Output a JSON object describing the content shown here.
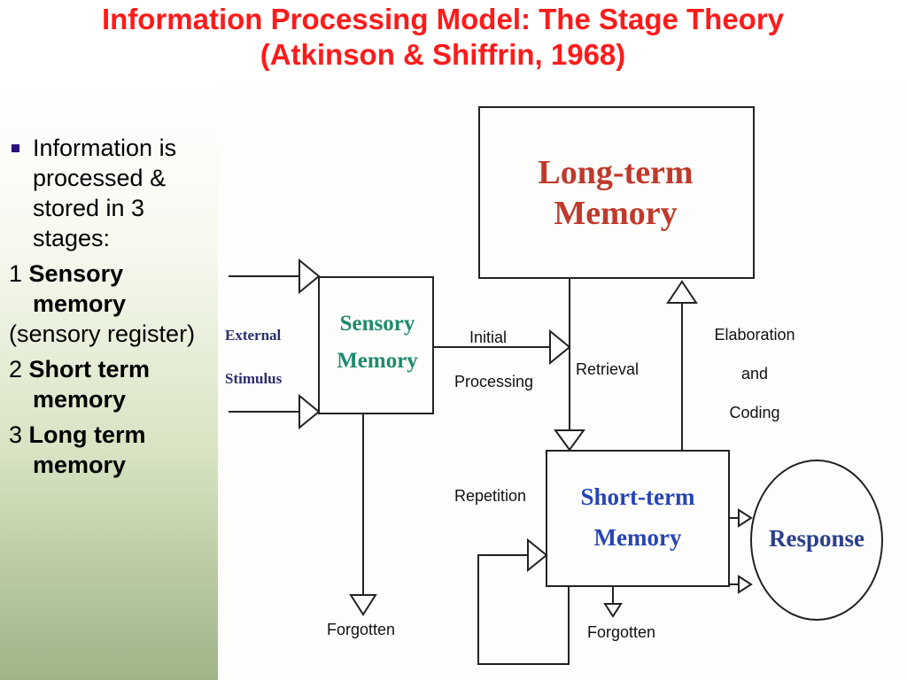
{
  "title": {
    "line1": "Information  Processing Model: The Stage Theory",
    "line2": "(Atkinson & Shiffrin, 1968)"
  },
  "left_panel": {
    "bullet": "Information is processed & stored  in  3 stages:",
    "items": [
      {
        "num": "1",
        "bold": "Sensory memory",
        "rest": "(sensory register)"
      },
      {
        "num": "2",
        "bold": "Short term memory",
        "rest": ""
      },
      {
        "num": "3",
        "bold": "Long term memory",
        "rest": ""
      }
    ]
  },
  "diagram": {
    "external_stimulus": [
      "External",
      "Stimulus"
    ],
    "sensory_memory": [
      "Sensory",
      "Memory"
    ],
    "long_term_memory": [
      "Long-term",
      "Memory"
    ],
    "short_term_memory": [
      "Short-term",
      "Memory"
    ],
    "response": "Response",
    "initial_processing": [
      "Initial",
      "Processing"
    ],
    "retrieval": "Retrieval",
    "elaboration_and_coding": [
      "Elaboration",
      "and",
      "Coding"
    ],
    "repetition": "Repetition",
    "forgotten_sensory": "Forgotten",
    "forgotten_short_term": "Forgotten",
    "colors": {
      "title": "#ff1a1a",
      "long_term": "#c0392b",
      "sensory": "#1f8a6e",
      "short_term": "#2744b8",
      "external": "#2c2c6e",
      "response": "#2b3f8c",
      "bullet": "#28127a"
    }
  }
}
